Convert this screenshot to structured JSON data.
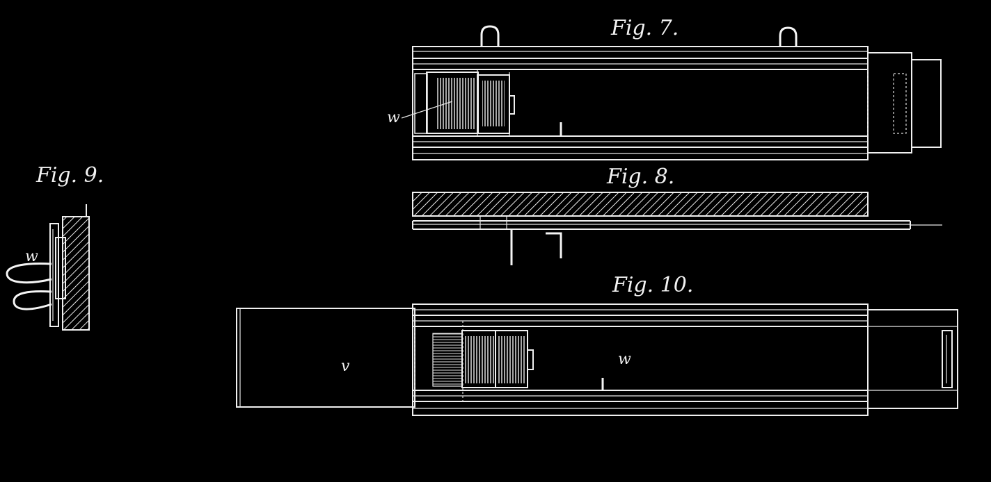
{
  "figures": {
    "fig7": {
      "label": "Fig. 7.",
      "letter_w": "w"
    },
    "fig8": {
      "label": "Fig. 8."
    },
    "fig9": {
      "label": "Fig. 9.",
      "letter_w": "w"
    },
    "fig10": {
      "label": "Fig. 10.",
      "letter_v": "v",
      "letter_w": "w"
    }
  },
  "colors": {
    "background": "#000000",
    "line": "#f0f0f0"
  }
}
